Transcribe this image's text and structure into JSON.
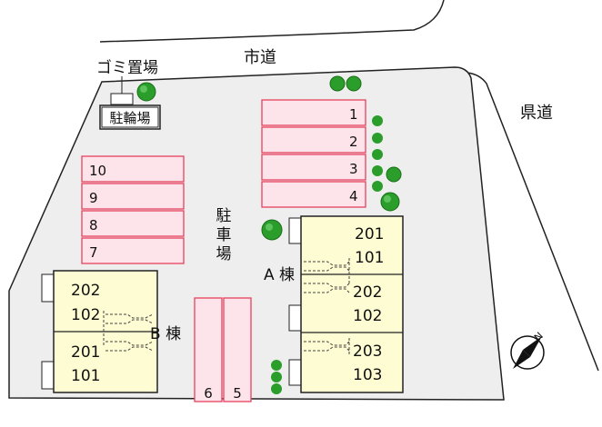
{
  "roads": {
    "city_road": "市道",
    "prefectural_road": "県道"
  },
  "facilities": {
    "garbage": "ゴミ置場",
    "bicycle": "駐輪場",
    "parking_chars": [
      "駐",
      "車",
      "場"
    ]
  },
  "parking_slots": {
    "right_group": [
      "1",
      "2",
      "3",
      "4"
    ],
    "left_group": [
      "10",
      "9",
      "8",
      "7"
    ],
    "bottom_group": [
      "6",
      "5"
    ]
  },
  "buildings": {
    "a": {
      "label": "A 棟",
      "units": [
        {
          "top": "201",
          "bottom": "101"
        },
        {
          "top": "202",
          "bottom": "102"
        },
        {
          "top": "203",
          "bottom": "103"
        }
      ]
    },
    "b": {
      "label": "B 棟",
      "units": [
        {
          "top": "202",
          "bottom": "102"
        },
        {
          "top": "201",
          "bottom": "101"
        }
      ]
    }
  },
  "compass": {
    "north": "N"
  },
  "colors": {
    "lot": "#eeeeee",
    "building": "#fefcd2",
    "parking_fill": "#fde3ea",
    "parking_border": "#e8425f",
    "tree": "#2a9d2a"
  }
}
